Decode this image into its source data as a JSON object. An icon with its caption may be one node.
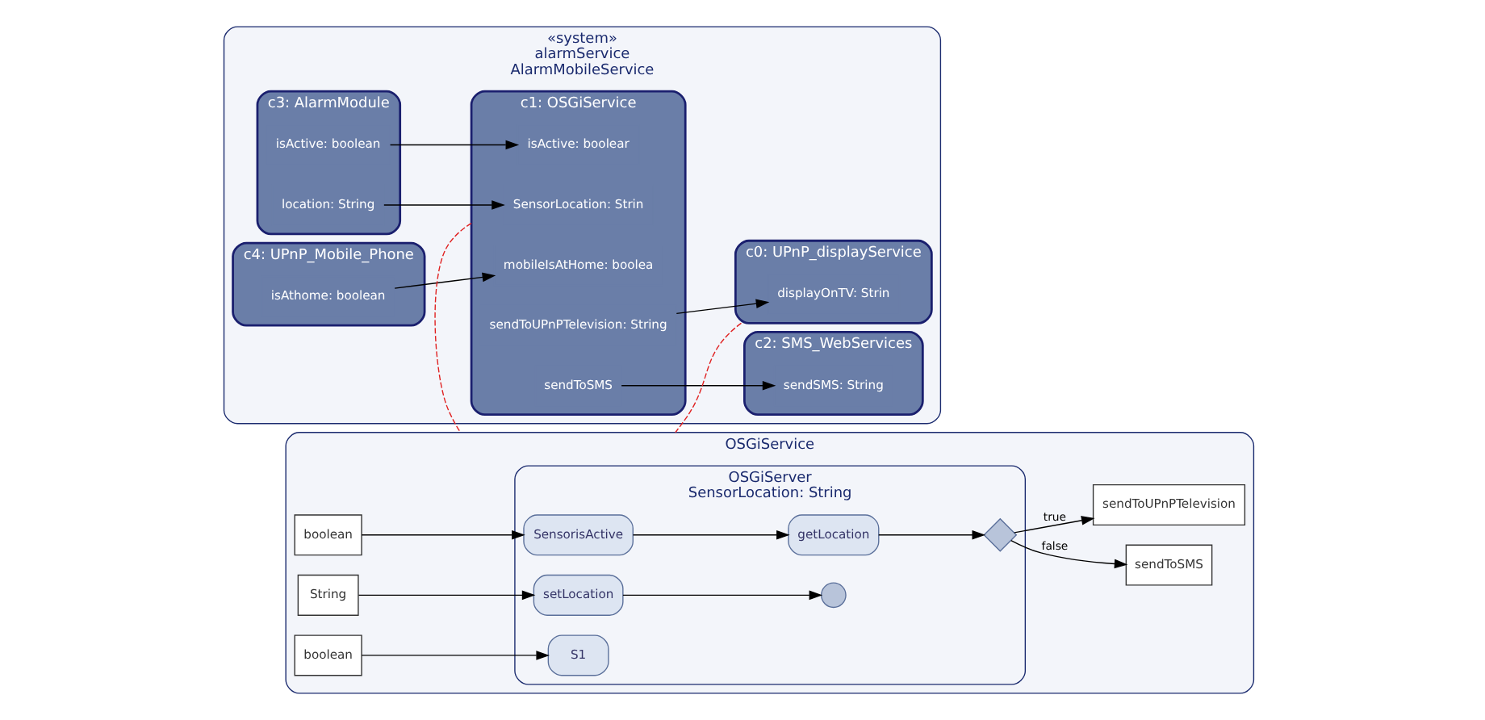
{
  "diagram": {
    "nodes": [
      {
        "text": [
          "«system»",
          "alarmService",
          "AlarmMobileService"
        ]
      },
      {
        "text": [
          "c3: AlarmModule"
        ],
        "in": 0
      },
      {
        "text": [
          "location: String"
        ],
        "in": 1
      },
      {
        "text": [
          "isActive: boolean"
        ],
        "in": 1
      },
      {
        "text": [
          "c4: UPnP_Mobile_Phone"
        ],
        "in": 0
      },
      {
        "text": [
          "isAthome: boolean"
        ],
        "in": 4
      },
      {
        "text": [
          "c1: OSGiService"
        ],
        "in": 0
      },
      {
        "text": [
          "SensorLocation: Strin"
        ],
        "in": 6
      },
      {
        "text": [
          "isActive: boolear"
        ],
        "in": 6
      },
      {
        "text": [
          "mobileIsAtHome: boolea"
        ],
        "in": 6
      },
      {
        "text": [
          "sendToSMS"
        ],
        "in": 6
      },
      {
        "text": [
          "sendToUPnPTelevision: String"
        ],
        "in": 6
      },
      {
        "text": [
          "c2: SMS_WebServices"
        ],
        "in": 0
      },
      {
        "text": [
          "sendSMS: String"
        ],
        "in": 12
      },
      {
        "text": [
          "c0: UPnP_displayService"
        ],
        "in": 0
      },
      {
        "text": [
          "displayOnTV: Strin"
        ],
        "in": 14
      },
      {
        "text": [
          "OSGiService"
        ]
      },
      {
        "text": [
          "OSGiServer",
          "SensorLocation: String"
        ],
        "in": 16
      },
      {
        "text": [
          "boolean"
        ],
        "in": 16
      },
      {
        "text": [
          "SensorisActive"
        ],
        "in": 17
      },
      {
        "text": [
          "getLocation"
        ],
        "in": 17
      },
      {
        "text": [],
        "shape": "diamond",
        "in": 17
      },
      {
        "text": [
          "sendToSMS"
        ],
        "in": 16
      },
      {
        "text": [
          "String"
        ],
        "in": 16
      },
      {
        "text": [
          "setLocation"
        ],
        "in": 17
      },
      {
        "text": [],
        "shape": "circle",
        "in": 17
      },
      {
        "text": [
          "sendToUPnPTelevision"
        ],
        "in": 16
      },
      {
        "text": [
          "boolean"
        ],
        "in": 16
      },
      {
        "text": [
          "S1"
        ],
        "in": 17
      }
    ],
    "edges": [
      {
        "from": 2,
        "to": 7,
        "arrow": "to"
      },
      {
        "from": 3,
        "to": 8,
        "arrow": "to"
      },
      {
        "from": 5,
        "to": 9,
        "arrow": "to"
      },
      {
        "from": 10,
        "to": 13,
        "arrow": "to"
      },
      {
        "from": 11,
        "to": 15,
        "arrow": "to"
      },
      {
        "from": 18,
        "to": 19,
        "arrow": "to"
      },
      {
        "from": 19,
        "to": 20,
        "arrow": "to"
      },
      {
        "from": 20,
        "to": 21,
        "arrow": "to"
      },
      {
        "from": 21,
        "to": 22,
        "arrow": "to",
        "label": "false"
      },
      {
        "from": 21,
        "to": 26,
        "arrow": "to",
        "label": "true"
      },
      {
        "from": 23,
        "to": 24,
        "arrow": "to"
      },
      {
        "from": 24,
        "to": 25,
        "arrow": "to"
      },
      {
        "from": 27,
        "to": 28,
        "arrow": "to"
      },
      {
        "from": 6,
        "to": 16,
        "arrow": "none",
        "style": "dashed",
        "color": "#e02020"
      },
      {
        "from": 14,
        "to": 16,
        "arrow": "none",
        "style": "dashed",
        "color": "#e02020"
      }
    ]
  }
}
